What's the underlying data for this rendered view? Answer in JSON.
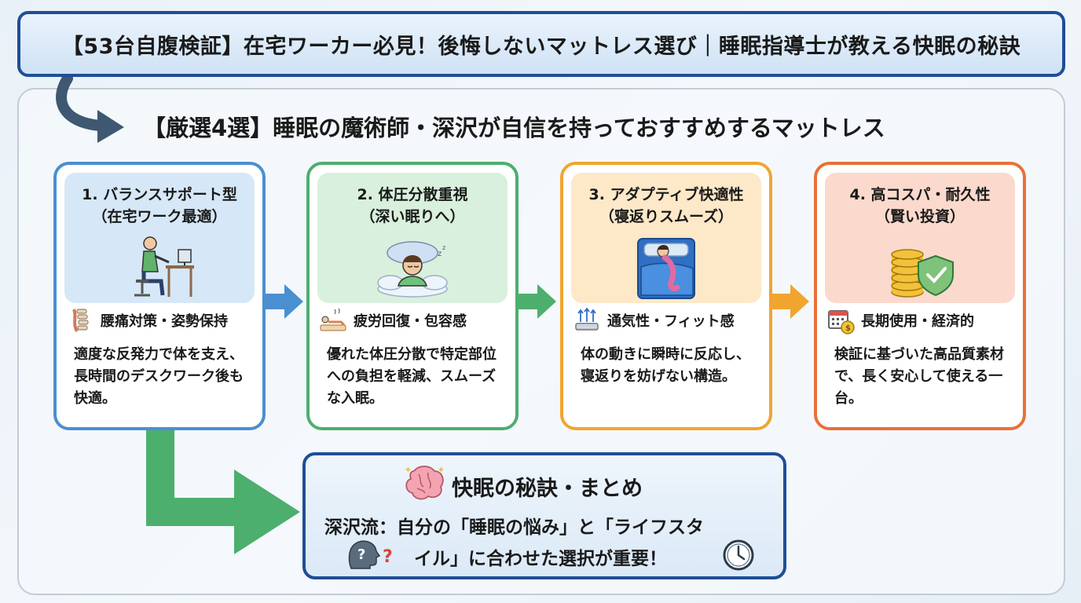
{
  "header": {
    "title": "【53台自腹検証】在宅ワーカー必見！後悔しないマットレス選び｜睡眠指導士が教える快眠の秘訣"
  },
  "section": {
    "subtitle": "【厳選4選】睡眠の魔術師・深沢が自信を持っておすすめするマットレス"
  },
  "cards": [
    {
      "title_line1": "1. バランスサポート型",
      "title_line2": "（在宅ワーク最適）",
      "feature": "腰痛対策・姿勢保持",
      "description": "適度な反発力で体を支え、長時間のデスクワーク後も快適。",
      "illustration": "desk-worker-icon",
      "feature_icon": "spine-icon",
      "color": "#4a8fd0",
      "head_bg": "#d6e7f7"
    },
    {
      "title_line1": "2. 体圧分散重視",
      "title_line2": "（深い眠りへ）",
      "feature": "疲労回復・包容感",
      "description": "優れた体圧分散で特定部位への負担を軽減、スムーズな入眠。",
      "illustration": "sleeping-cloud-icon",
      "feature_icon": "reclining-person-icon",
      "color": "#4caf6e",
      "head_bg": "#d8f0dd"
    },
    {
      "title_line1": "3. アダプティブ快適性",
      "title_line2": "（寝返りスムーズ）",
      "feature": "通気性・フィット感",
      "description": "体の動きに瞬時に反応し、寝返りを妨げない構造。",
      "illustration": "bed-sleeper-icon",
      "feature_icon": "airflow-icon",
      "color": "#f0a530",
      "head_bg": "#fde8c8"
    },
    {
      "title_line1": "4. 高コスパ・耐久性",
      "title_line2": "（賢い投資）",
      "feature": "長期使用・経済的",
      "description": "検証に基づいた高品質素材で、長く安心して使える一台。",
      "illustration": "coins-shield-icon",
      "feature_icon": "calendar-coin-icon",
      "color": "#e8703a",
      "head_bg": "#fbd9cc"
    }
  ],
  "summary": {
    "title": "快眠の秘訣・まとめ",
    "line1": "深沢流：自分の「睡眠の悩み」と「ライフスタ",
    "line2": "イル」に合わせた選択が重要！"
  },
  "colors": {
    "navy": "#1f4e96",
    "arrow_blue": "#4a8fd0",
    "arrow_green": "#4caf6e",
    "arrow_orange": "#f0a530",
    "curve_arrow": "#3e5872"
  }
}
